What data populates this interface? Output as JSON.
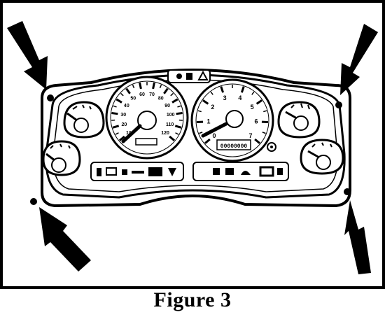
{
  "caption": "Figure 3",
  "speedometer": {
    "ticks": [
      "10",
      "20",
      "30",
      "40",
      "50",
      "60",
      "70",
      "80",
      "90",
      "100",
      "110",
      "120"
    ]
  },
  "tachometer": {
    "ticks": [
      "0",
      "1",
      "2",
      "3",
      "4",
      "5",
      "6",
      "7"
    ]
  },
  "odometer": "00000000",
  "callout_arrows": 4,
  "colors": {
    "line": "#000000",
    "paper": "#ffffff"
  }
}
